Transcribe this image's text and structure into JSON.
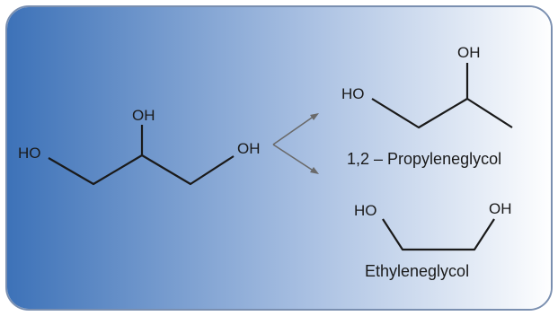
{
  "colors": {
    "panel_gradient_start": "#3d72b8",
    "panel_gradient_mid": "#a9c0e2",
    "panel_gradient_end": "#ffffff",
    "panel_border": "#7a8fb0",
    "bond": "#1a1a1a",
    "arrow": "#6a6a6a",
    "text": "#1a1a1a"
  },
  "glycerol": {
    "label_ho": "HO",
    "label_oh_top": "OH",
    "label_oh_right": "OH"
  },
  "propyleneglycol": {
    "label_ho": "HO",
    "label_oh": "OH",
    "caption": "1,2 – Propyleneglycol"
  },
  "ethyleneglycol": {
    "label_ho": "HO",
    "label_oh": "OH",
    "caption": "Ethyleneglycol"
  }
}
